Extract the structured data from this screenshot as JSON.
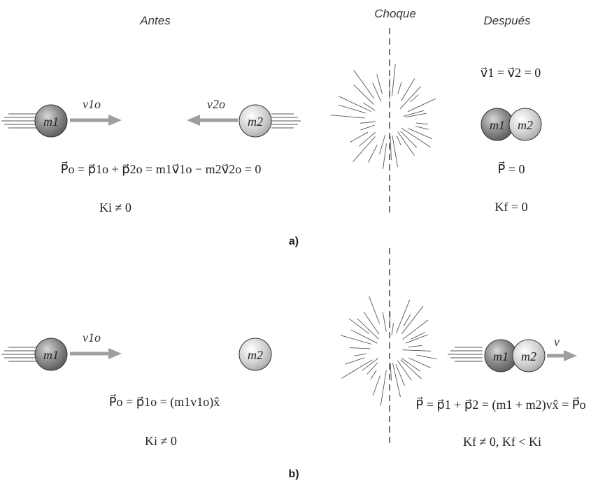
{
  "headings": {
    "before": "Antes",
    "collision": "Choque",
    "after": "Después"
  },
  "masses": {
    "m1": "m1",
    "m2": "m2"
  },
  "velocities": {
    "v1": "v1o",
    "v2": "v2o",
    "v": "v"
  },
  "part_a": {
    "label": "a)",
    "formula_before_momentum": "P⃗o = p⃗1o + p⃗2o = m1v⃗1o − m2v⃗2o = 0",
    "formula_before_energy": "Ki ≠ 0",
    "formula_after_velocity": "v⃗1 = v⃗2 = 0",
    "formula_after_momentum": "P⃗ = 0",
    "formula_after_energy": "Kf = 0"
  },
  "part_b": {
    "label": "b)",
    "formula_before_momentum": "P⃗o = p⃗1o = (m1v1o)x̂",
    "formula_before_energy": "Ki ≠ 0",
    "formula_after_momentum": "P⃗ = p⃗1 + p⃗2 = (m1 + m2)vx̂ = P⃗o",
    "formula_after_energy": "Kf ≠ 0, Kf < Ki"
  },
  "colors": {
    "arrow": "#9e9e9e",
    "ball_dark": "#7a7a7a",
    "ball_light": "#c4c4c4",
    "line": "#444444"
  }
}
